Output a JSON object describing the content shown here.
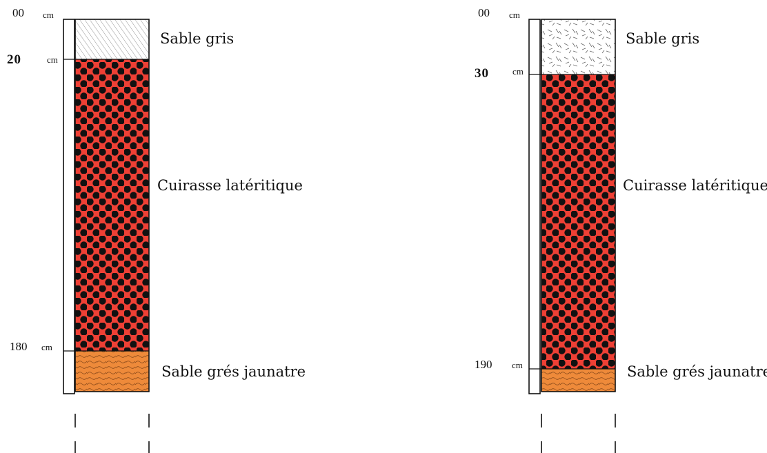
{
  "profiles": [
    {
      "layers": [
        {
          "label": "Sable gris",
          "texture": "hatch"
        },
        {
          "label": "Cuirasse latéritique",
          "texture": "dots"
        },
        {
          "label": "Sable grés jaunatre",
          "texture": "wavy"
        }
      ],
      "depths": [
        {
          "value": "00",
          "unit": "cm"
        },
        {
          "value": "20",
          "unit": "cm"
        },
        {
          "value": "180",
          "unit": "cm"
        }
      ]
    },
    {
      "layers": [
        {
          "label": "Sable gris",
          "texture": "dashes"
        },
        {
          "label": "Cuirasse latéritique",
          "texture": "dots"
        },
        {
          "label": "Sable grés jaunatre",
          "texture": "wavy"
        }
      ],
      "depths": [
        {
          "value": "00",
          "unit": "cm"
        },
        {
          "value": "30",
          "unit": "cm"
        },
        {
          "value": "190",
          "unit": "cm"
        }
      ]
    }
  ],
  "colors": {
    "laterite": "#ee4035",
    "dot": "#111111",
    "sandstone": "#ee8a3a",
    "grey_sand": "#ffffff",
    "line": "#111111"
  }
}
